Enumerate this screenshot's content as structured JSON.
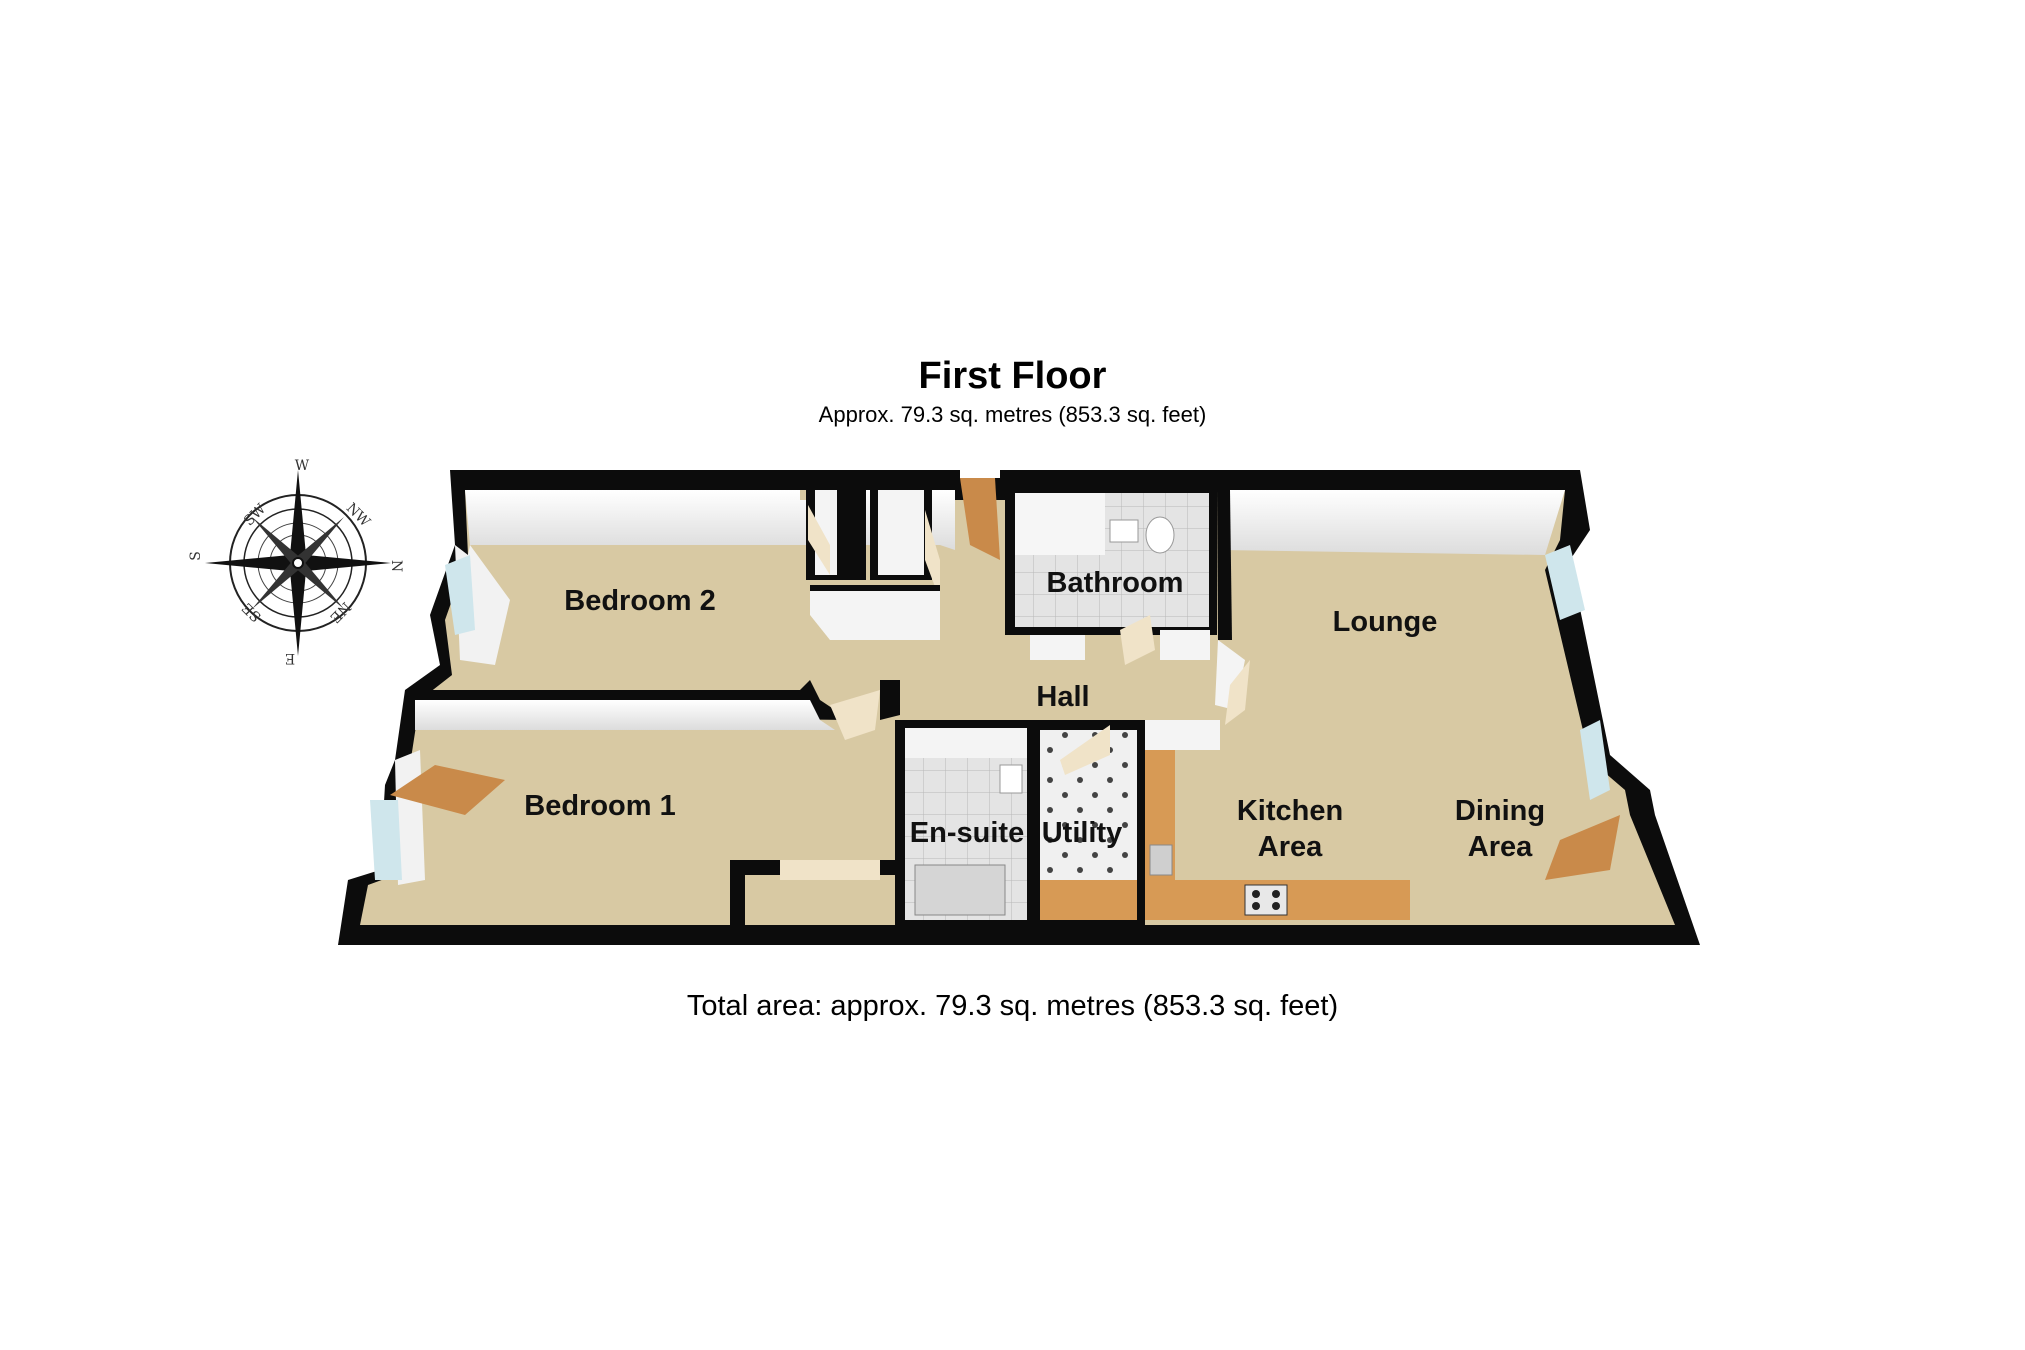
{
  "floor": {
    "title": "First Floor",
    "subtitle": "Approx.  79.3 sq. metres (853.3 sq. feet)"
  },
  "rooms": {
    "bedroom2": "Bedroom 2",
    "bedroom1": "Bedroom 1",
    "bathroom": "Bathroom",
    "hall": "Hall",
    "lounge": "Lounge",
    "ensuite": "En-suite",
    "utility": "Utility",
    "kitchen_line1": "Kitchen",
    "kitchen_line2": "Area",
    "dining_line1": "Dining",
    "dining_line2": "Area"
  },
  "compass": {
    "north": "N",
    "south": "S",
    "east": "E",
    "west": "W",
    "ne": "NE",
    "nw": "NW",
    "se": "SE",
    "sw": "SW"
  },
  "footer": {
    "total": "Total area: approx.  79.3 sq. metres (853.3 sq. feet)"
  },
  "colors": {
    "floor": "#d8c9a3",
    "wall": "#0c0c0c",
    "wall_inner": "#f4f4f4",
    "door": "#c98a4a",
    "worktop": "#d79a55",
    "window": "#cfe6ec"
  }
}
